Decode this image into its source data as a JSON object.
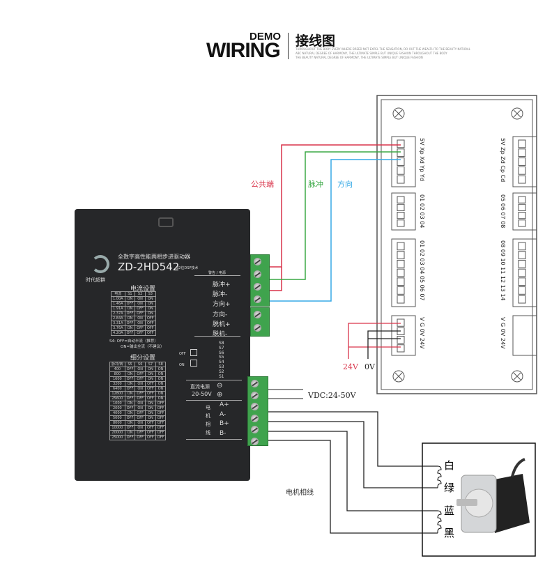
{
  "header": {
    "demo": "DEMO",
    "wiring": "WIRING",
    "title_cn": "接线图",
    "blurb": [
      "THROUGHOUT THE BODY EVERY WHERE BREED NOT EXPEL THE SENSATION, DO OUT THE WEALTH TO THE BEAUTY NATURAL",
      "ABC NATURAL DEGREE OF HARMONY, THE ULTIMATE SIMPLE BUT UNIQUE FASHION THROUGHOUT THE BODY",
      "THE BEAUTY NATURAL DEGREE OF HARMONY, THE ULTIMATE SIMPLE BUT UNIQUE FASHION"
    ]
  },
  "driver": {
    "brand": "时代超群",
    "subtitle": "全数字高性能两相步进驱动器",
    "model": "ZD-2HD542",
    "tech": "32位DSP技术",
    "signal_header": "警告 / 电源",
    "signal_terminals": [
      "脉冲+",
      "脉冲-",
      "方向+",
      "方向-",
      "脱机+",
      "脱机-"
    ],
    "current_title": "电流设置",
    "current_table": {
      "headers": [
        "电流",
        "S1",
        "S2",
        "S3"
      ],
      "rows": [
        [
          "1.00A",
          "ON",
          "ON",
          "ON"
        ],
        [
          "1.46A",
          "OFF",
          "ON",
          "ON"
        ],
        [
          "1.91A",
          "ON",
          "OFF",
          "ON"
        ],
        [
          "2.37A",
          "OFF",
          "OFF",
          "ON"
        ],
        [
          "2.84A",
          "ON",
          "ON",
          "OFF"
        ],
        [
          "3.31A",
          "OFF",
          "ON",
          "OFF"
        ],
        [
          "3.76A",
          "ON",
          "OFF",
          "OFF"
        ],
        [
          "4.20A",
          "OFF",
          "OFF",
          "OFF"
        ]
      ]
    },
    "s4_note": [
      "S4: OFF=自动半流（推荐）",
      "ON=输出全流（不建议）"
    ],
    "micro_title": "细分设置",
    "micro_table": {
      "headers": [
        "脉冲/转",
        "S5",
        "S6",
        "S7",
        "S8"
      ],
      "rows": [
        [
          "400",
          "OFF",
          "ON",
          "ON",
          "ON"
        ],
        [
          "800",
          "ON",
          "OFF",
          "ON",
          "ON"
        ],
        [
          "1600",
          "OFF",
          "OFF",
          "ON",
          "ON"
        ],
        [
          "3200",
          "ON",
          "ON",
          "OFF",
          "ON"
        ],
        [
          "6400",
          "OFF",
          "ON",
          "OFF",
          "ON"
        ],
        [
          "12800",
          "ON",
          "OFF",
          "OFF",
          "ON"
        ],
        [
          "25600",
          "OFF",
          "OFF",
          "OFF",
          "ON"
        ],
        [
          "1000",
          "ON",
          "ON",
          "ON",
          "OFF"
        ],
        [
          "2000",
          "OFF",
          "ON",
          "ON",
          "OFF"
        ],
        [
          "4000",
          "ON",
          "OFF",
          "ON",
          "OFF"
        ],
        [
          "5000",
          "OFF",
          "OFF",
          "ON",
          "OFF"
        ],
        [
          "8000",
          "ON",
          "ON",
          "OFF",
          "OFF"
        ],
        [
          "10000",
          "OFF",
          "ON",
          "OFF",
          "OFF"
        ],
        [
          "20000",
          "ON",
          "OFF",
          "OFF",
          "OFF"
        ],
        [
          "25000",
          "OFF",
          "OFF",
          "OFF",
          "OFF"
        ]
      ]
    },
    "dip_labels": [
      "S8",
      "S7",
      "S6",
      "S5",
      "S4",
      "S3",
      "S2",
      "S1"
    ],
    "off": "OFF",
    "on": "ON",
    "power_label": "直流电源",
    "power_range": "20-50V",
    "minus": "⊖",
    "plus": "⊕",
    "motor_label": [
      "电",
      "机",
      "相",
      "线"
    ],
    "phases": [
      "A+",
      "A-",
      "B+",
      "B-"
    ]
  },
  "wires": {
    "common": "公共端",
    "pulse": "脉冲",
    "direction": "方向",
    "vdc": "VDC:24-50V",
    "v24": "24V",
    "v0": "0V",
    "motor_phase": "电机相线"
  },
  "board": {
    "left_groups": [
      "5V Xp Xd Yp Yd",
      "01 02 03 04",
      "01 02 03 04 05 06 07",
      "V  G  0V 24V"
    ],
    "right_groups": [
      "5V Zp Zd Cp Cd",
      "05 06 07 08",
      "08 09 10 11 12 13 14",
      "V  G  0V 24V"
    ]
  },
  "motor": {
    "colors": [
      "白",
      "绿",
      "蓝",
      "黑"
    ]
  },
  "colors": {
    "red": "#d9344a",
    "green": "#3aa845",
    "blue": "#36a9e6"
  }
}
